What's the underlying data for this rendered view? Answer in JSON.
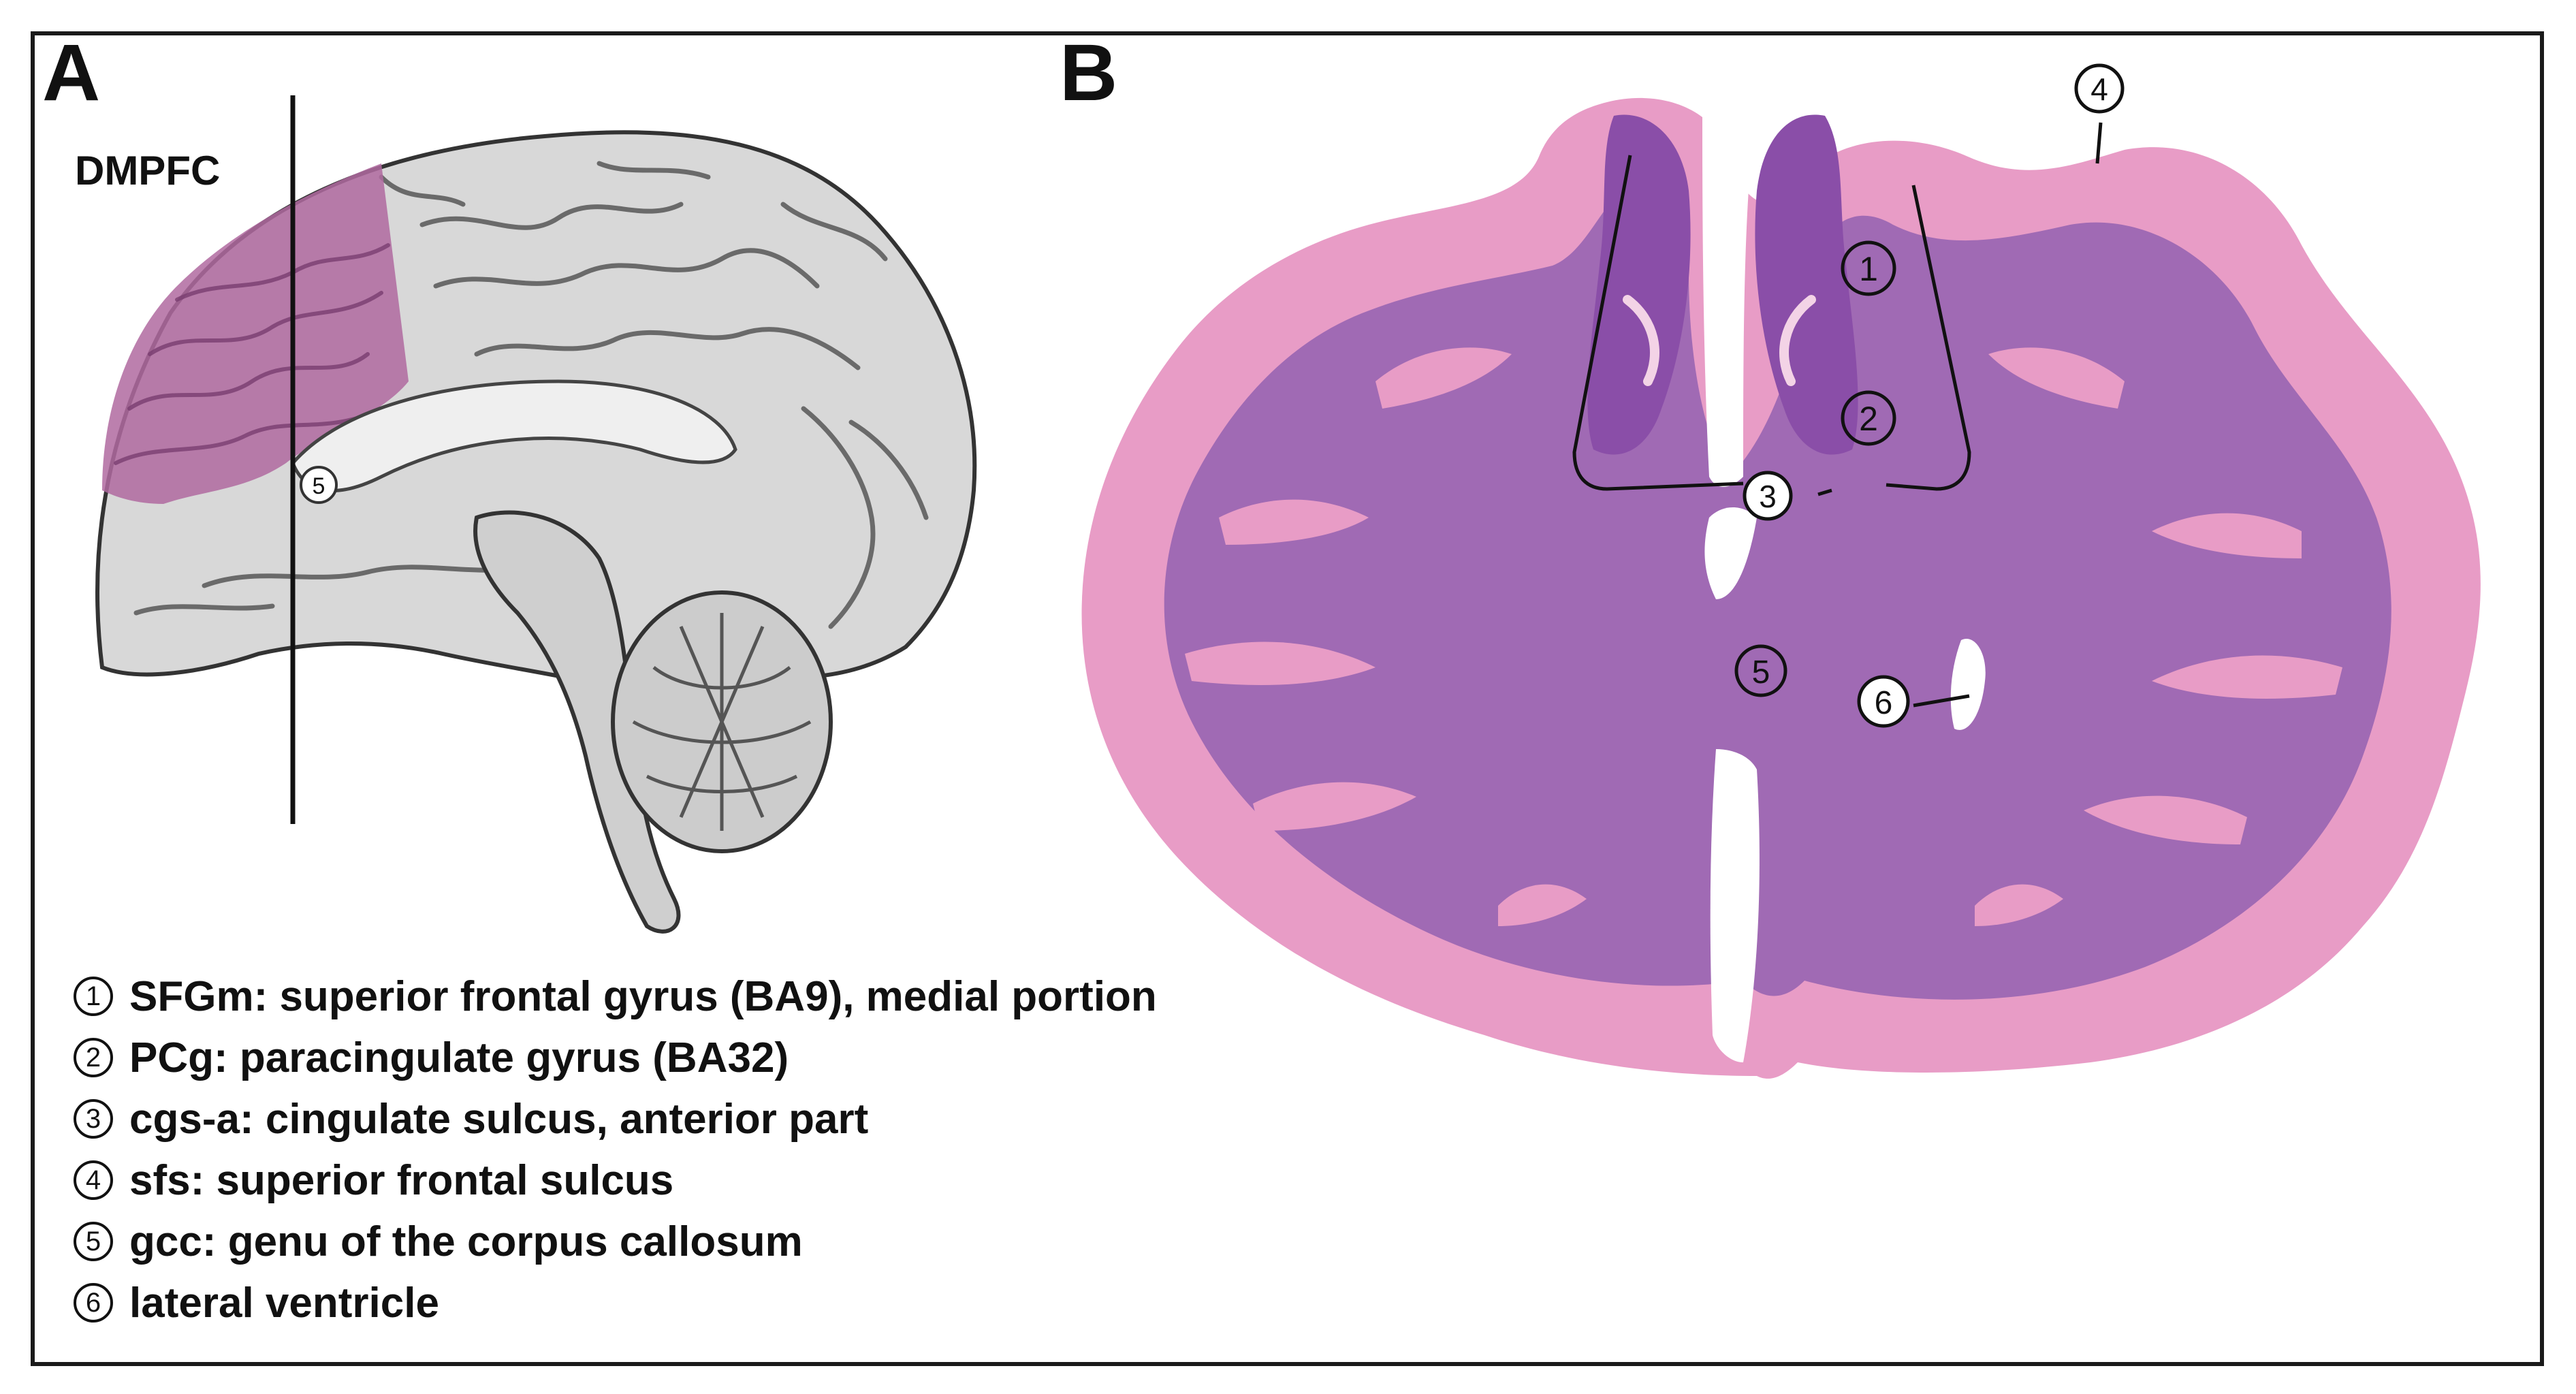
{
  "panels": {
    "a_label": "A",
    "b_label": "B",
    "region_label": "DMPFC"
  },
  "colors": {
    "dmpfc_highlight": "#b06aa0",
    "stain_gray_matter": "#e89cc6",
    "stain_white_matter": "#a06ab4",
    "stain_dark": "#8a4ea8",
    "frame": "#1a1a1a"
  },
  "markers": {
    "m1": "1",
    "m2": "2",
    "m3": "3",
    "m4": "4",
    "m5": "5",
    "m6": "6"
  },
  "legend": [
    {
      "num": "1",
      "text": "SFGm: superior frontal gyrus (BA9), medial portion"
    },
    {
      "num": "2",
      "text": "PCg: paracingulate gyrus (BA32)"
    },
    {
      "num": "3",
      "text": "cgs-a: cingulate sulcus, anterior part"
    },
    {
      "num": "4",
      "text": "sfs: superior frontal sulcus"
    },
    {
      "num": "5",
      "text": "gcc: genu of the corpus callosum"
    },
    {
      "num": "6",
      "text": "lateral ventricle"
    }
  ]
}
